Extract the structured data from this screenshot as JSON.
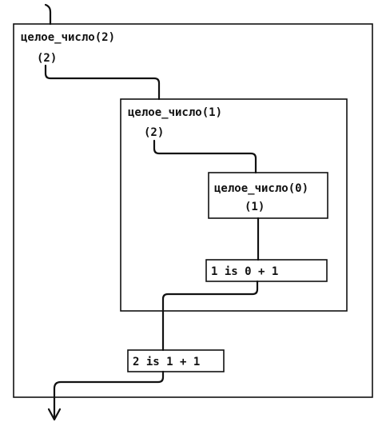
{
  "outer": {
    "call": "целое_число(2)",
    "arg": "(2)"
  },
  "middle": {
    "call": "целое_число(1)",
    "arg": "(2)"
  },
  "inner": {
    "call": "целое_число(0)",
    "arg": "(1)"
  },
  "inner_goal": "1 is  0 + 1",
  "outer_goal": "2  is  1 + 1"
}
